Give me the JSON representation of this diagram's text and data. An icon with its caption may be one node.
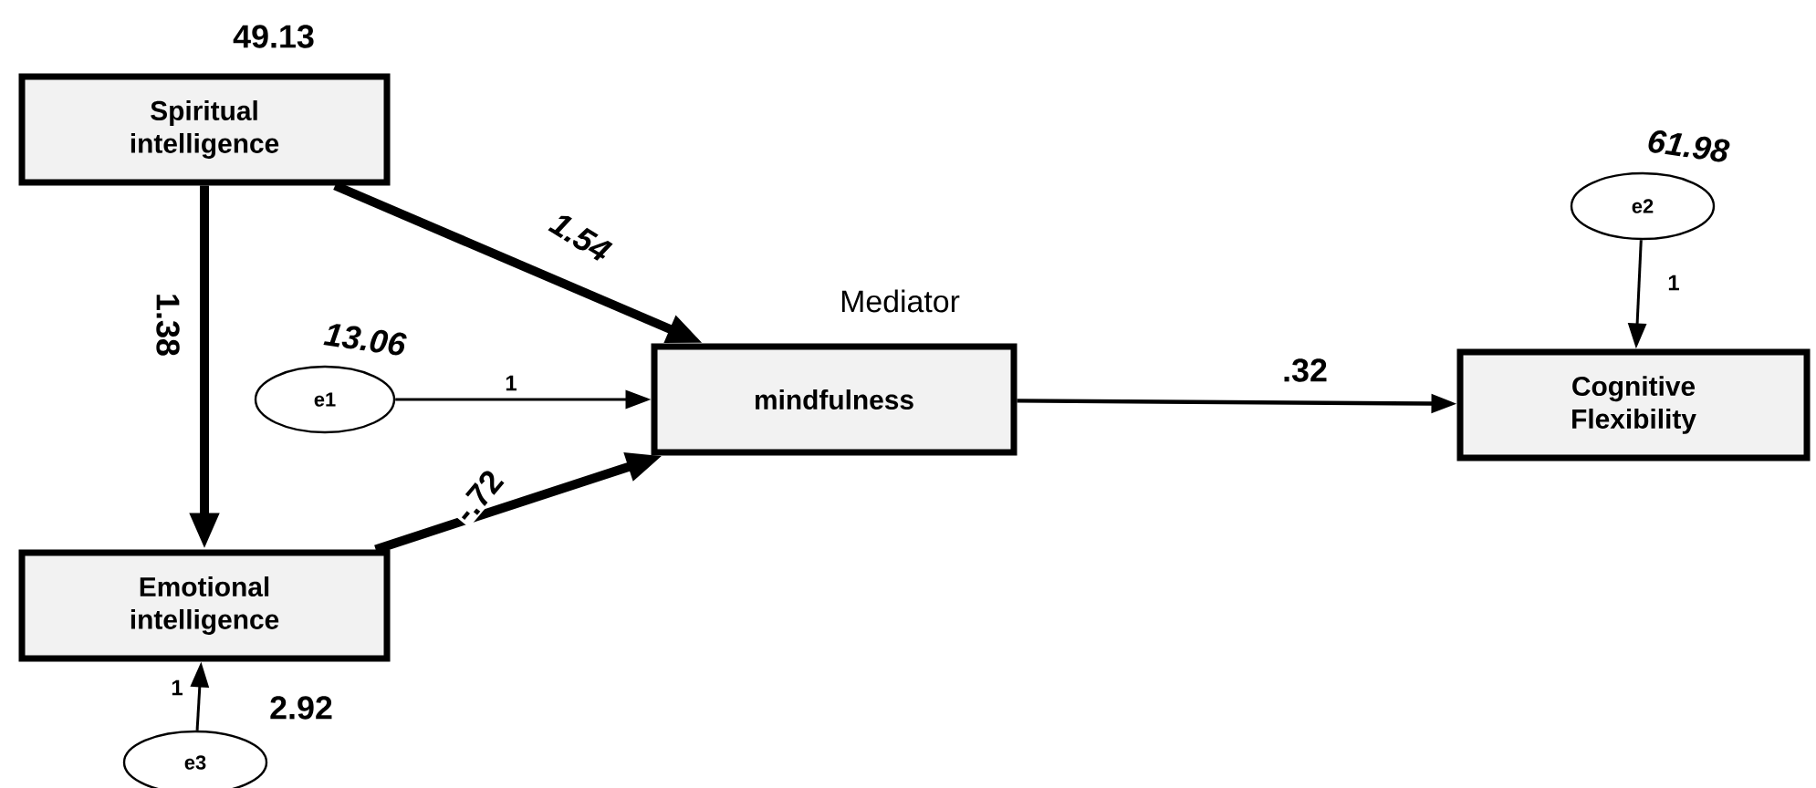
{
  "diagram": {
    "nodes": [
      {
        "text": [
          "Spiritual intelligence"
        ],
        "beside": [
          "49.13"
        ]
      },
      {
        "text": [
          "Mediator",
          "mindfulness"
        ]
      },
      {
        "text": [
          "Emotional intelligence"
        ]
      },
      {
        "text": [
          "Cognitive Flexibility"
        ]
      },
      {
        "text": [
          "e1"
        ],
        "beside": [
          "13.06"
        ]
      },
      {
        "text": [
          "e2"
        ],
        "beside": [
          "61.98"
        ]
      },
      {
        "text": [
          "e3"
        ],
        "beside": [
          "2.92"
        ]
      }
    ],
    "edges": [
      {
        "from": 0,
        "to": 1,
        "arrow": "to",
        "label": "1.54",
        "style": "thick"
      },
      {
        "from": 0,
        "to": 2,
        "arrow": "to",
        "label": "1.38",
        "style": "thick"
      },
      {
        "from": 4,
        "to": 1,
        "arrow": "to",
        "label": "1"
      },
      {
        "from": 2,
        "to": 1,
        "arrow": "to",
        "label": "-.72",
        "style": "thick"
      },
      {
        "from": 1,
        "to": 3,
        "arrow": "to",
        "label": ".32"
      },
      {
        "from": 5,
        "to": 3,
        "arrow": "to",
        "label": "1"
      },
      {
        "from": 6,
        "to": 2,
        "arrow": "to",
        "label": "1"
      }
    ]
  }
}
